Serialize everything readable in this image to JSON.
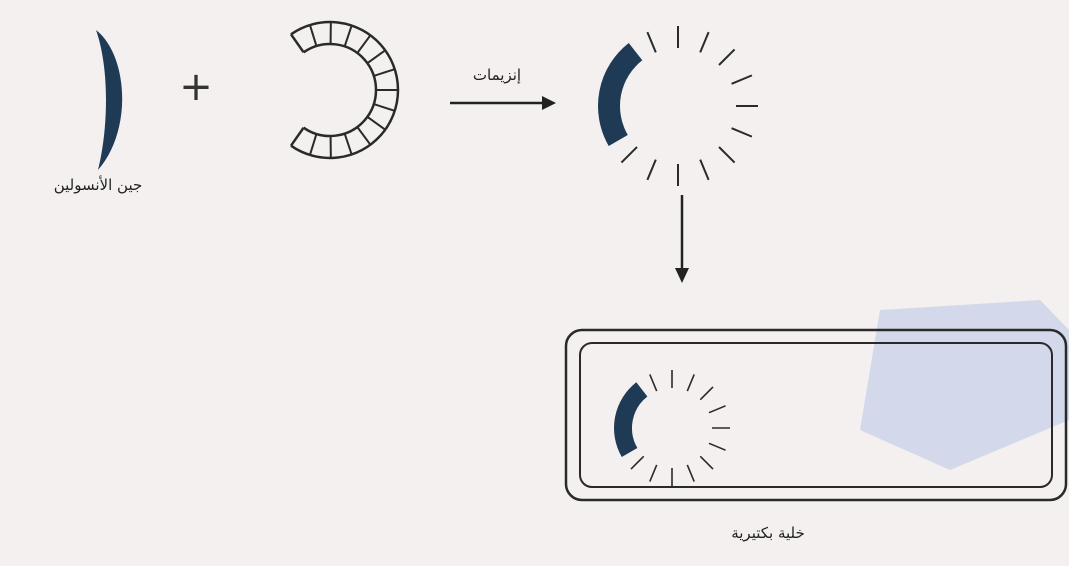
{
  "labels": {
    "insulin_gene": "جين الأنسولين",
    "enzymes": "إنزيمات",
    "bacterial_cell": "خلية بكتيرية"
  },
  "symbols": {
    "plus": "+"
  },
  "colors": {
    "gene_segment": "#1f3a55",
    "outline": "#2a2a2a",
    "watermark": "#b8c6e6",
    "background": "#f3f0ef"
  }
}
